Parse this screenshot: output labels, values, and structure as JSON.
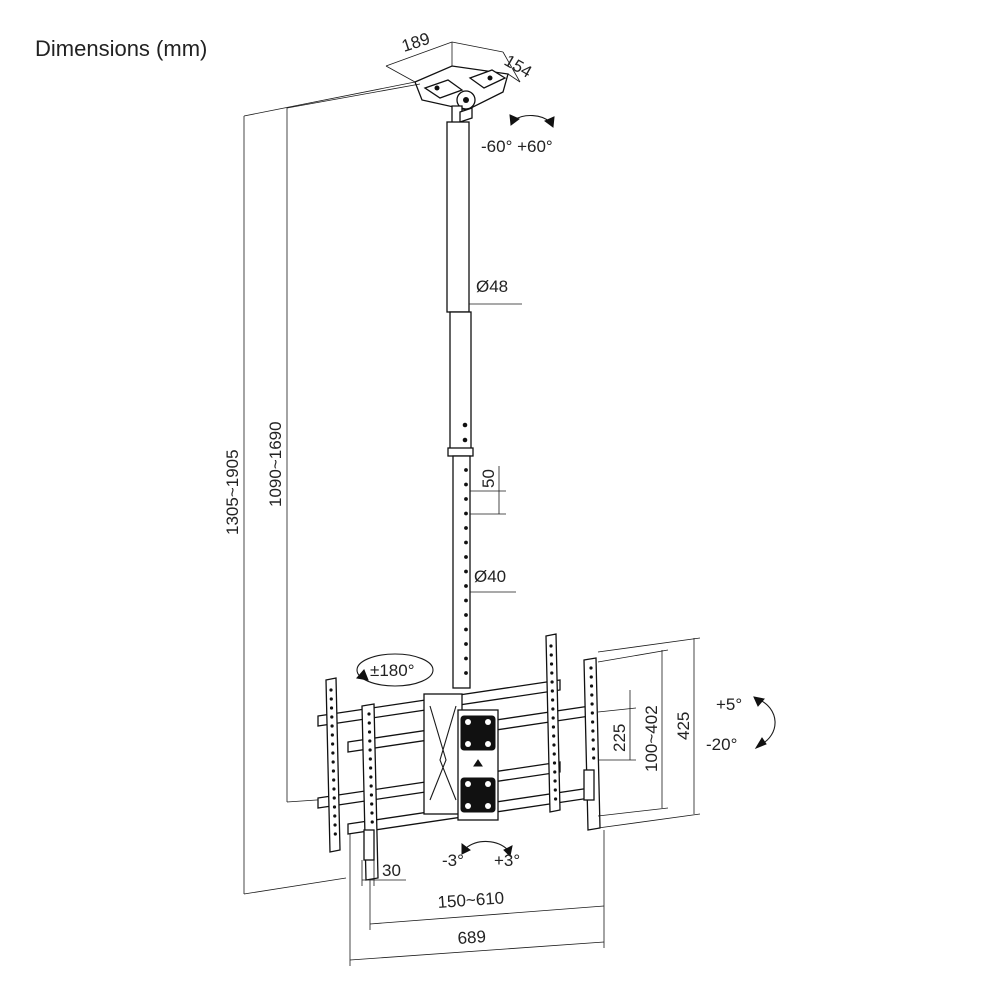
{
  "title": "Dimensions (mm)",
  "labels": {
    "plate_width": "189",
    "plate_depth": "154",
    "swivel_top": "-60° +60°",
    "pole_upper_diameter": "Ø48",
    "pole_lower_diameter": "Ø40",
    "hole_pitch": "50",
    "total_height": "1305~1905",
    "pole_height": "1090~1690",
    "rotation": "±180°",
    "tilt_up": "+5°",
    "tilt_down": "-20°",
    "vesa_vertical_min": "225",
    "vesa_vertical_range": "100~402",
    "bracket_height": "425",
    "level_left": "-3°",
    "level_right": "+3°",
    "arm_width": "30",
    "vesa_horizontal_range": "150~610",
    "total_width": "689"
  },
  "colors": {
    "line": "#1a1a1a",
    "text": "#222222",
    "background": "#ffffff"
  }
}
